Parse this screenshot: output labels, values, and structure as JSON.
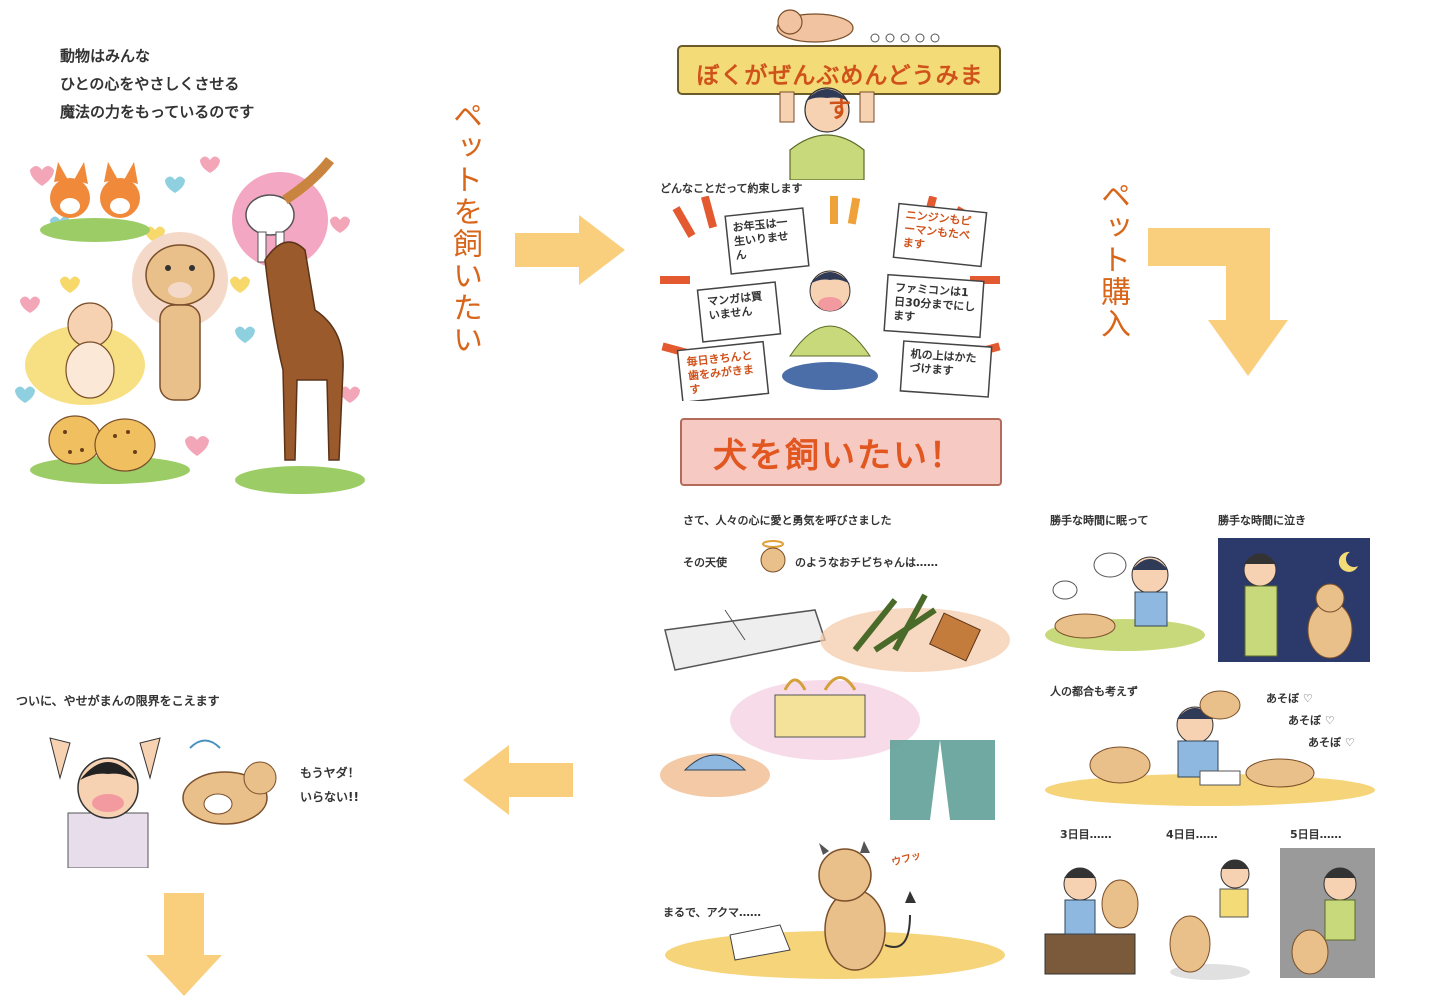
{
  "intro": {
    "lines": [
      "動物はみんな",
      "ひとの心をやさしくさせる",
      "魔法の力をもっているのです"
    ]
  },
  "labels": {
    "want_pet": "ペットを飼いたい",
    "buy_pet": "ペット購入"
  },
  "promise": {
    "banner": "ぼくがぜんぶめんどうみます",
    "subtitle": "どんなことだって約束します",
    "signs": [
      "お年玉は一生いりません",
      "ニンジンもピーマンもたべます",
      "マンガは買いません",
      "ファミコンは1日30分までにします",
      "毎日きちんと歯をみがきます",
      "机の上はかたづけます"
    ],
    "footer": "犬を飼いたい！"
  },
  "chaos": {
    "line1": "さて、人々の心に愛と勇気を呼びさました",
    "line2a": "その天使",
    "line2b": "のようなおチビちゃんは……",
    "devil": "まるで、アクマ……",
    "ufu": "ウフッ"
  },
  "nuisance": {
    "sleep": "勝手な時間に眠って",
    "cry": "勝手な時間に泣き",
    "ignore": "人の都合も考えず",
    "play": [
      "あそぼ ♡",
      "あそぼ ♡",
      "あそぼ ♡"
    ],
    "days": [
      "3日目……",
      "4日目……",
      "5日目……"
    ]
  },
  "limit": {
    "caption": "ついに、やせがまんの限界をこえます",
    "speech": [
      "もうヤダ！",
      "いらない!!"
    ]
  },
  "colors": {
    "arrow": "#f9cf7e",
    "label": "#d8661a",
    "banner_bg": "#f3dc78",
    "footer_bg": "#f6c9c3"
  }
}
